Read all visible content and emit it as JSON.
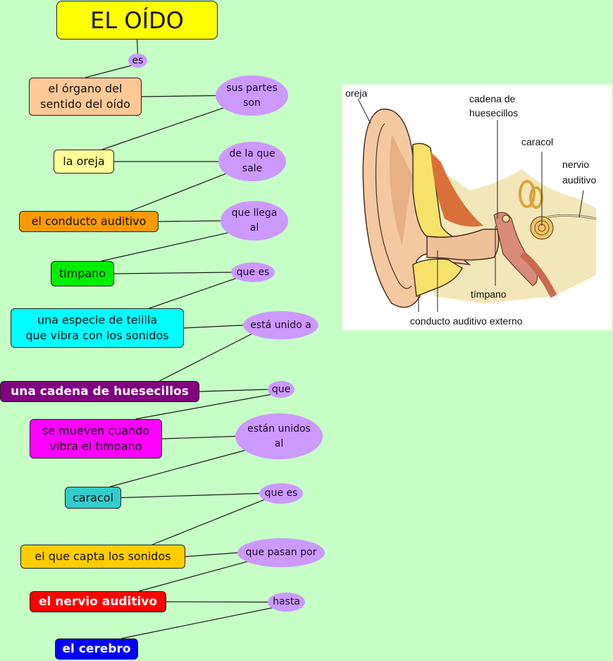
{
  "title": "EL OÍDO",
  "concepts": [
    {
      "id": "organo",
      "label": "el órgano del\nsentido del oído",
      "color": "#FFC896",
      "bold": false
    },
    {
      "id": "oreja",
      "label": "la oreja",
      "color": "#FFFF99",
      "bold": false
    },
    {
      "id": "conducto",
      "label": "el conducto auditivo",
      "color": "#FF9900",
      "bold": false
    },
    {
      "id": "timpano",
      "label": "tímpano",
      "color": "#00EE00",
      "bold": false
    },
    {
      "id": "telilla",
      "label": "una especie de telilla\nque vibra con los sonidos",
      "color": "#00FFFF",
      "bold": false
    },
    {
      "id": "cadena",
      "label": "una cadena de huesecillos",
      "color": "#800080",
      "bold": true
    },
    {
      "id": "mueven",
      "label": "se mueven cuando\nvibra el tímpano",
      "color": "#FF00FF",
      "bold": false
    },
    {
      "id": "caracol",
      "label": "caracol",
      "color": "#33CCCC",
      "bold": false
    },
    {
      "id": "capta",
      "label": "el que capta los sonidos",
      "color": "#FFCC00",
      "bold": false
    },
    {
      "id": "nervio",
      "label": "el nervio auditivo",
      "color": "#FF0000",
      "bold": true
    },
    {
      "id": "cerebro",
      "label": "el cerebro",
      "color": "#0000FF",
      "bold": true
    }
  ],
  "linking_phrases": [
    {
      "id": "es",
      "label": "es"
    },
    {
      "id": "partes",
      "label": "sus partes\nson"
    },
    {
      "id": "sale",
      "label": "de la que\nsale"
    },
    {
      "id": "llega",
      "label": "que llega\nal"
    },
    {
      "id": "quees1",
      "label": "que es"
    },
    {
      "id": "unido",
      "label": "está unido a"
    },
    {
      "id": "que",
      "label": "que"
    },
    {
      "id": "unidos",
      "label": "están unidos\nal"
    },
    {
      "id": "quees2",
      "label": "que es"
    },
    {
      "id": "pasan",
      "label": "que pasan por"
    },
    {
      "id": "hasta",
      "label": "hasta"
    }
  ],
  "figure": {
    "labels": {
      "oreja": "oreja",
      "cadena": "cadena de\nhuesecillos",
      "caracol": "caracol",
      "nervio": "nervio\nauditivo",
      "timpano": "tímpano",
      "conducto": "conducto auditivo externo"
    }
  },
  "colors": {
    "background": "#C6FFC6",
    "title": "#FFFF00",
    "phrase": "#CC99FF"
  }
}
